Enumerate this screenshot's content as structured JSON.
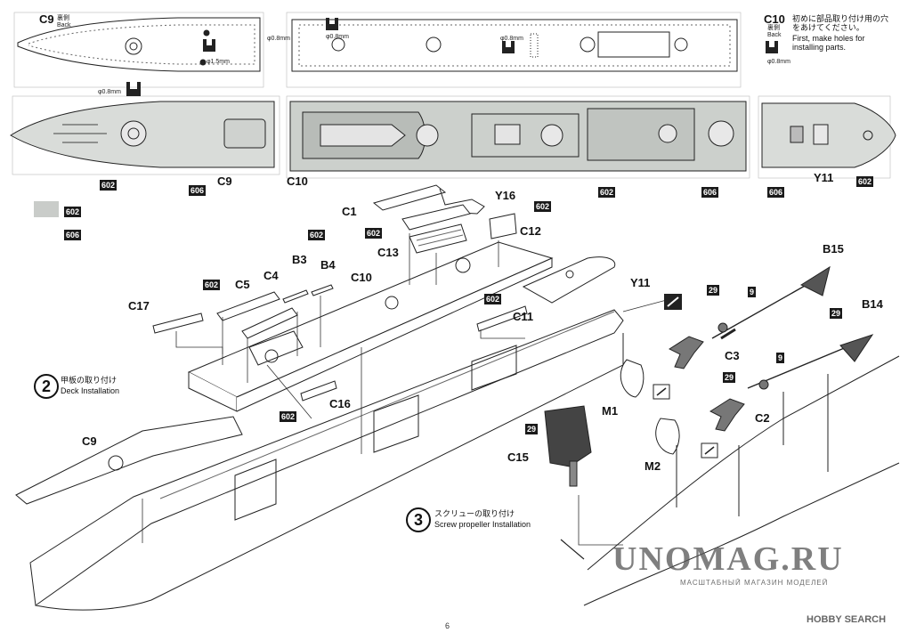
{
  "parts": {
    "c9_top": "C9",
    "c9_top_sub": "裏側\nBack",
    "c10_top": "C10",
    "c10_top_sub": "裏側\nBack",
    "c9_deck": "C9",
    "c10_deck": "C10",
    "y11_deck": "Y11",
    "c1": "C1",
    "y16": "Y16",
    "c12": "C12",
    "c13": "C13",
    "b3": "B3",
    "b4": "B4",
    "c10_asm": "C10",
    "c4": "C4",
    "c5": "C5",
    "c17": "C17",
    "c11": "C11",
    "y11_asm": "Y11",
    "c16": "C16",
    "c9_asm": "C9",
    "b15": "B15",
    "b14": "B14",
    "c3": "C3",
    "c2": "C2",
    "m1": "M1",
    "m2": "M2",
    "c15": "C15"
  },
  "drill": {
    "d08": "φ0.8mm",
    "d15": "φ1.5mm"
  },
  "colors": {
    "602": "602",
    "606": "606",
    "29": "29",
    "9": "9",
    "swatch_602_hex": "#c9ccc9"
  },
  "note": {
    "jp": "初めに部品取り付け用の穴\nをあけてください。",
    "en": "First, make holes for\ninstalling parts."
  },
  "steps": [
    {
      "num": "2",
      "jp": "甲板の取り付け",
      "en": "Deck Installation"
    },
    {
      "num": "3",
      "jp": "スクリューの取り付け",
      "en": "Screw propeller Installation"
    }
  ],
  "watermark": {
    "main": "UNOMAG.RU",
    "sub": "МАСШТАБНЫЙ МАГАЗИН МОДЕЛЕЙ",
    "hobby": "HOBBY SEARCH"
  },
  "page_number": "6"
}
